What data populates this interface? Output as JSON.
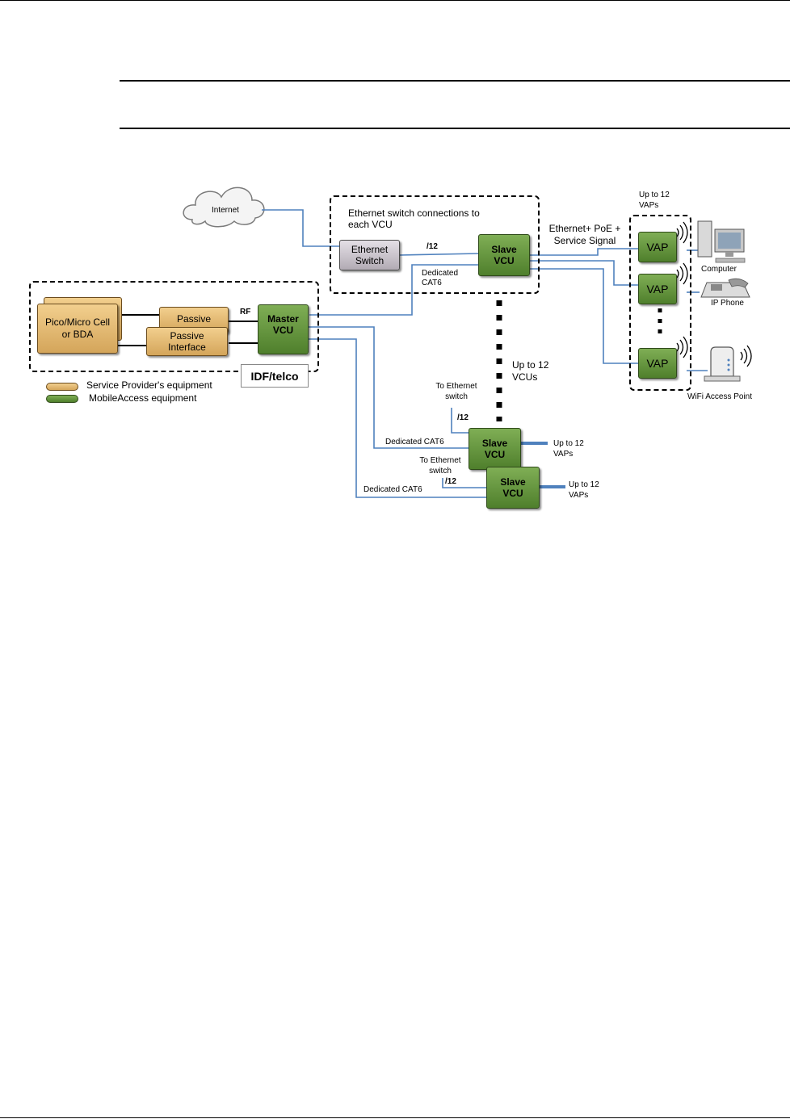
{
  "internet": "Internet",
  "ethernet_switch_group": "Ethernet switch connections to each VCU",
  "ethernet_switch": "Ethernet Switch",
  "slave_vcu": "Slave VCU",
  "master_vcu": "Master VCU",
  "pico_micro": "Pico/Micro Cell or BDA",
  "passive": "Passive",
  "passive_interface": "Passive Interface",
  "rf": "RF",
  "idf_telco": "IDF/telco",
  "legend_sp": "Service Provider's equipment",
  "legend_ma": "MobileAccess equipment",
  "count_12": "/12",
  "dedicated_cat6_two_line": "Dedicated CAT6",
  "dedicated_cat6": "Dedicated CAT6",
  "ethernet_poe": "Ethernet+ PoE + Service Signal",
  "up_to_12_vaps": "Up to 12 VAPs",
  "vap": "VAP",
  "computer": "Computer",
  "ip_phone": "IP Phone",
  "wifi_ap": "WiFi Access Point",
  "up_to_12_vcus": "Up to 12 VCUs",
  "to_ethernet_switch": "To Ethernet switch",
  "colors": {
    "service_provider": "#d4a55a",
    "mobileaccess": "#5e8f37",
    "link": "#4f81bd"
  }
}
